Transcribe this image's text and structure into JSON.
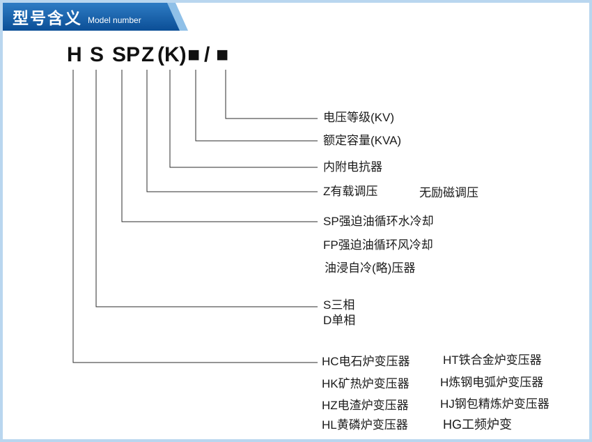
{
  "header": {
    "title": "型号含义",
    "subtitle": "Model number"
  },
  "model_code": {
    "parts": [
      "H",
      "S",
      "SP",
      "Z",
      "(K)",
      "■",
      "/",
      "■"
    ]
  },
  "annotations": {
    "voltage": "电压等级(KV)",
    "capacity": "额定容量(KVA)",
    "reactor": "内附电抗器",
    "tap_onload": "Z有载调压",
    "tap_offcircuit": "无励磁调压",
    "cooling_sp": "SP强迫油循环水冷却",
    "cooling_fp": "FP强迫油循环风冷却",
    "cooling_oil": "油浸自冷(略)压器",
    "phase_s": "S三相",
    "phase_d": "D单相",
    "furnace_types": [
      [
        "HC电石炉变压器",
        "HT铁合金炉变压器"
      ],
      [
        "HK矿热炉变压器",
        "H炼钢电弧炉变压器"
      ],
      [
        "HZ电渣炉变压器",
        "HJ钢包精炼炉变压器"
      ],
      [
        "HL黄磷炉变压器",
        "HG工频炉变"
      ]
    ]
  },
  "colors": {
    "banner_blue_top": "#2e7cc4",
    "banner_blue_bottom": "#0b4e96",
    "banner_accent_light_blue": "#8fc0e8",
    "page_border_blue": "#b9d6ef",
    "line_color": "#2b2b2b",
    "text_color": "#1a1a1a"
  }
}
